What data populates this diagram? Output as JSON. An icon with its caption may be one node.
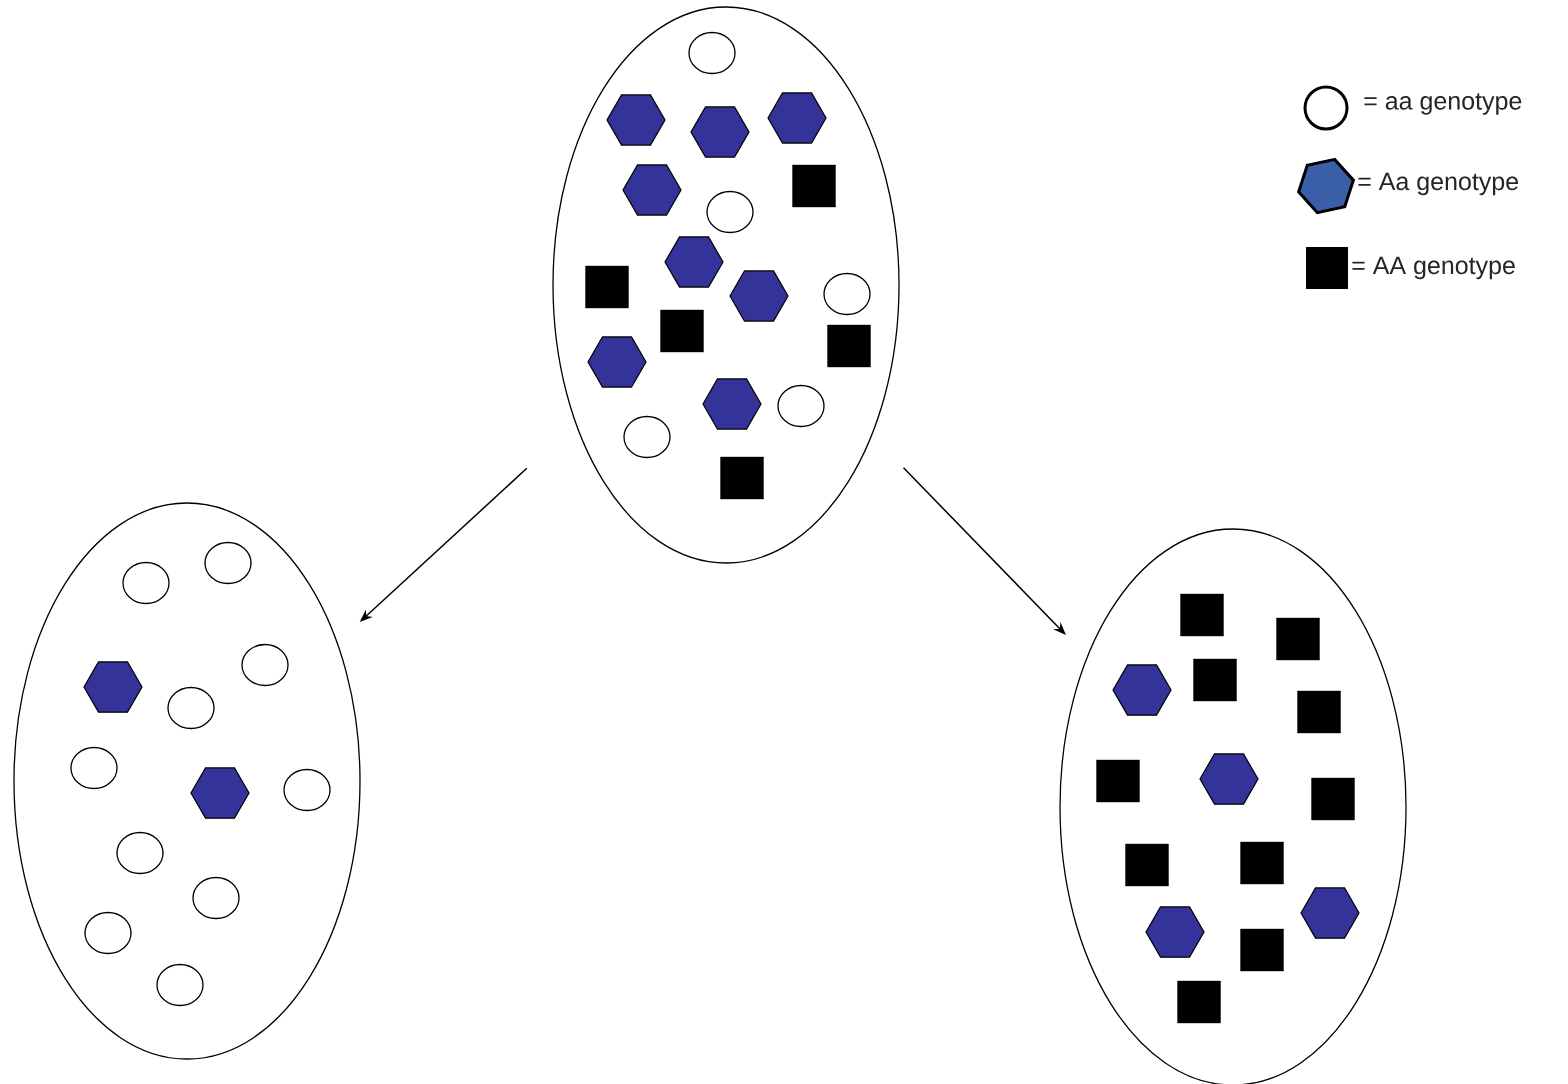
{
  "diagram": {
    "nodes": [
      {
        "text": [],
        "shape": "ellipse"
      },
      {
        "text": [],
        "shape": "circle",
        "in": 0
      },
      {
        "text": [],
        "shape": "hexagon",
        "in": 0
      },
      {
        "text": [],
        "shape": "hexagon",
        "in": 0
      },
      {
        "text": [],
        "shape": "hexagon",
        "in": 0
      },
      {
        "text": [],
        "shape": "hexagon",
        "in": 0
      },
      {
        "text": [],
        "shape": "circle",
        "in": 0
      },
      {
        "text": [],
        "shape": "square",
        "in": 0
      },
      {
        "text": [],
        "shape": "hexagon",
        "in": 0
      },
      {
        "text": [],
        "shape": "square",
        "in": 0
      },
      {
        "text": [],
        "shape": "hexagon",
        "in": 0
      },
      {
        "text": [],
        "shape": "circle",
        "in": 0
      },
      {
        "text": [],
        "shape": "square",
        "in": 0
      },
      {
        "text": [],
        "shape": "square",
        "in": 0
      },
      {
        "text": [],
        "shape": "hexagon",
        "in": 0
      },
      {
        "text": [],
        "shape": "hexagon",
        "in": 0
      },
      {
        "text": [],
        "shape": "circle",
        "in": 0
      },
      {
        "text": [],
        "shape": "circle",
        "in": 0
      },
      {
        "text": [],
        "shape": "square",
        "in": 0
      },
      {
        "text": [],
        "shape": "ellipse"
      },
      {
        "text": [],
        "shape": "circle",
        "in": 19
      },
      {
        "text": [],
        "shape": "circle",
        "in": 19
      },
      {
        "text": [],
        "shape": "circle",
        "in": 19
      },
      {
        "text": [],
        "shape": "hexagon",
        "in": 19
      },
      {
        "text": [],
        "shape": "circle",
        "in": 19
      },
      {
        "text": [],
        "shape": "circle",
        "in": 19
      },
      {
        "text": [],
        "shape": "hexagon",
        "in": 19
      },
      {
        "text": [],
        "shape": "circle",
        "in": 19
      },
      {
        "text": [],
        "shape": "circle",
        "in": 19
      },
      {
        "text": [],
        "shape": "circle",
        "in": 19
      },
      {
        "text": [],
        "shape": "circle",
        "in": 19
      },
      {
        "text": [],
        "shape": "circle",
        "in": 19
      },
      {
        "text": [],
        "shape": "ellipse"
      },
      {
        "text": [],
        "shape": "square",
        "in": 32
      },
      {
        "text": [],
        "shape": "square",
        "in": 32
      },
      {
        "text": [],
        "shape": "hexagon",
        "in": 32
      },
      {
        "text": [],
        "shape": "square",
        "in": 32
      },
      {
        "text": [],
        "shape": "square",
        "in": 32
      },
      {
        "text": [],
        "shape": "square",
        "in": 32
      },
      {
        "text": [],
        "shape": "hexagon",
        "in": 32
      },
      {
        "text": [],
        "shape": "square",
        "in": 32
      },
      {
        "text": [],
        "shape": "square",
        "in": 32
      },
      {
        "text": [],
        "shape": "square",
        "in": 32
      },
      {
        "text": [],
        "shape": "hexagon",
        "in": 32
      },
      {
        "text": [],
        "shape": "hexagon",
        "in": 32
      },
      {
        "text": [],
        "shape": "square",
        "in": 32
      },
      {
        "text": [],
        "shape": "square",
        "in": 32
      }
    ],
    "edges": [
      {
        "from": 0,
        "to": 19,
        "arrow": "to"
      },
      {
        "from": 0,
        "to": 32,
        "arrow": "to"
      }
    ],
    "legend": [
      {
        "text": "= aa genotype"
      },
      {
        "text": "= Aa genotype"
      },
      {
        "text": "= AA genotype"
      }
    ]
  }
}
